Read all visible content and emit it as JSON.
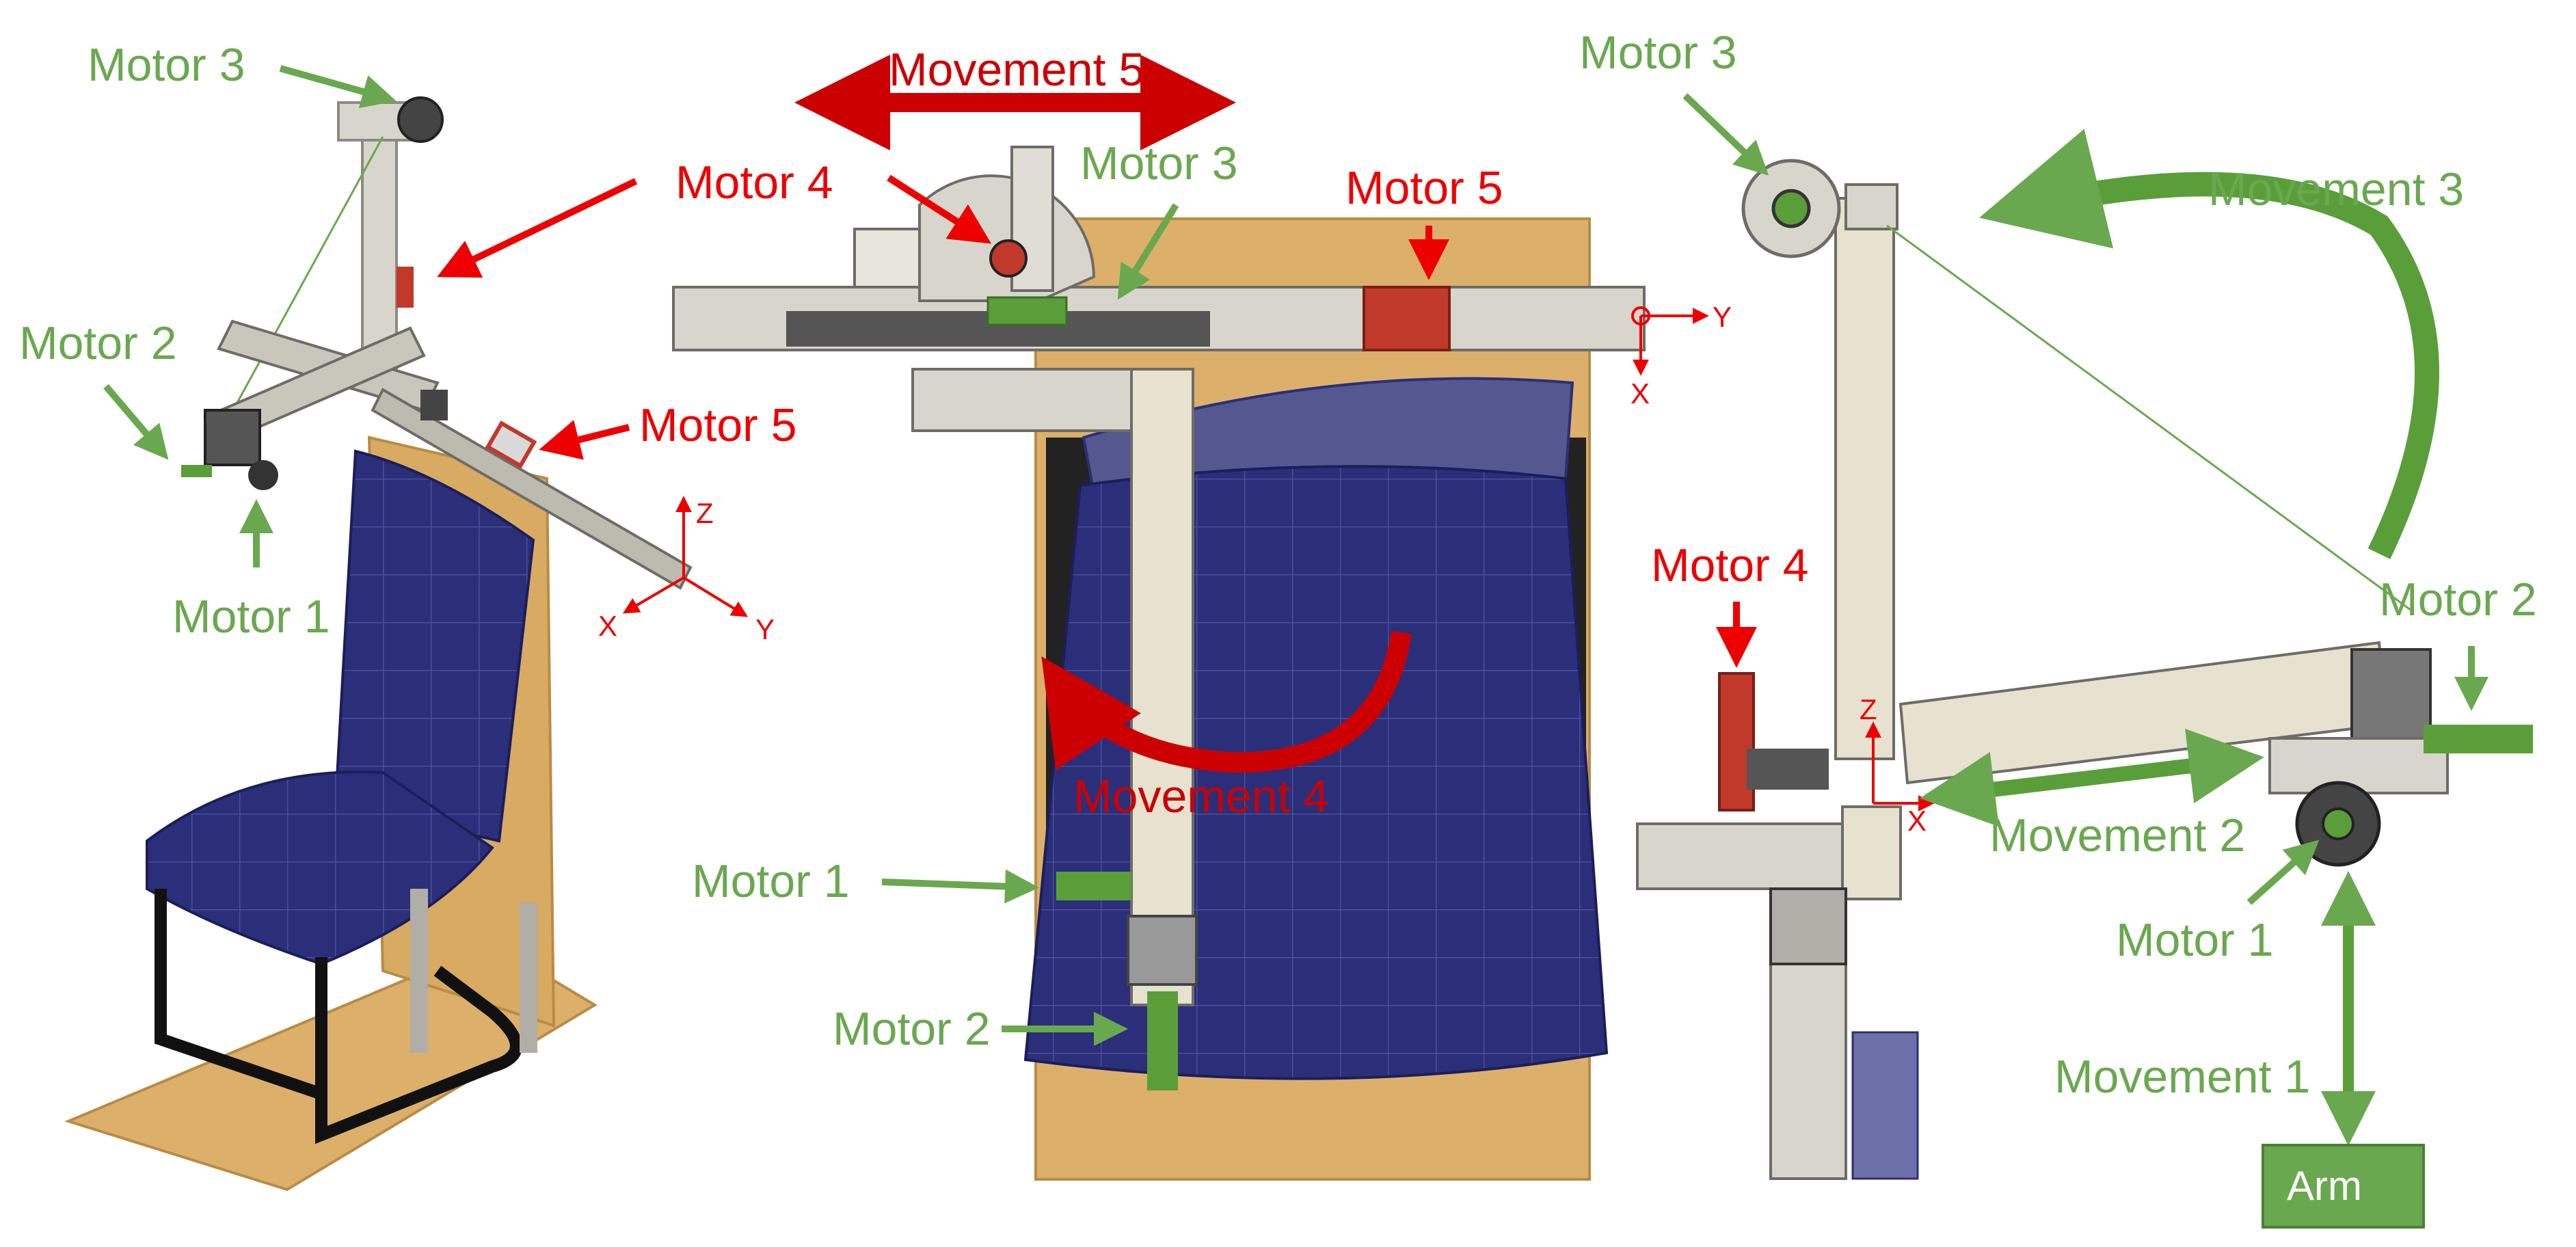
{
  "colors": {
    "green": "#6aa84f",
    "red": "#cc0000",
    "navy": "#2b2f7a",
    "wood": "#dcb06a",
    "metal": "#d8d6cc",
    "metal_dark": "#8c8a82",
    "motor_red": "#c0392b",
    "motor_green": "#5a9e3a"
  },
  "left_view": {
    "motor3": "Motor 3",
    "motor4_arrow": "",
    "motor2": "Motor 2",
    "motor5": "Motor 5",
    "motor1": "Motor 1",
    "axis_z": "Z",
    "axis_x": "X",
    "axis_y": "Y"
  },
  "center_view": {
    "movement5": "Movement 5",
    "motor4": "Motor 4",
    "motor3": "Motor 3",
    "motor5": "Motor 5",
    "axis_y": "Y",
    "axis_x": "X",
    "movement4": "Movement 4",
    "motor1": "Motor 1",
    "motor2": "Motor 2"
  },
  "right_view": {
    "motor3": "Motor 3",
    "movement3": "Movement 3",
    "motor4": "Motor 4",
    "motor2": "Motor 2",
    "axis_z": "Z",
    "axis_x": "X",
    "movement2": "Movement 2",
    "motor1": "Motor 1",
    "movement1": "Movement 1",
    "arm": "Arm"
  }
}
